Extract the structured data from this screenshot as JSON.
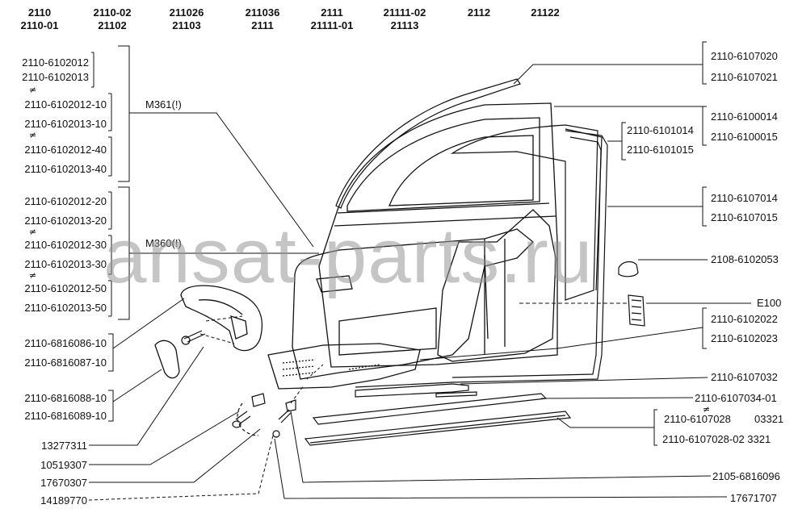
{
  "header": {
    "columns": [
      {
        "top": "2110",
        "bottom": "2110-01"
      },
      {
        "top": "2110-02",
        "bottom": "21102"
      },
      {
        "top": "211026",
        "bottom": "21103"
      },
      {
        "top": "211036",
        "bottom": "2111"
      },
      {
        "top": "2111",
        "bottom": "21111-01"
      },
      {
        "top": "21111-02",
        "bottom": "21113"
      },
      {
        "top": "2112",
        "bottom": ""
      },
      {
        "top": "21122",
        "bottom": ""
      }
    ]
  },
  "left_parts": {
    "group1": [
      "2110-6102012",
      "2110-6102013",
      "2110-6102012-10",
      "2110-6102013-10",
      "2110-6102012-40",
      "2110-6102013-40"
    ],
    "group2": [
      "2110-6102012-20",
      "2110-6102013-20",
      "2110-6102012-30",
      "2110-6102013-30",
      "2110-6102012-50",
      "2110-6102013-50"
    ],
    "handle": [
      "2110-6816086-10",
      "2110-6816087-10"
    ],
    "handle_cap": [
      "2110-6816088-10",
      "2110-6816089-10"
    ],
    "fasteners": [
      "13277311",
      "10519307",
      "17670307",
      "14189770"
    ]
  },
  "mid_labels": {
    "m361": "M361(!)",
    "m360": "M360(!)"
  },
  "right_parts": {
    "seal_top": [
      "2110-6107020",
      "2110-6107021"
    ],
    "door": [
      "2110-6100014",
      "2110-6100015"
    ],
    "glass_run": [
      "2110-6101014",
      "2110-6101015"
    ],
    "seal_door": [
      "2110-6107014",
      "2110-6107015"
    ],
    "clip": "2108-6102053",
    "e100": "E100",
    "armrest": [
      "2110-6102022",
      "2110-6102023"
    ],
    "sill_seal": "2110-6107032",
    "strip1": "2110-6107034-01",
    "strip2": [
      "2110-6107028",
      "03321"
    ],
    "strip3": "2110-6107028-02 3321",
    "clip2": "2105-6816096",
    "screw": "17671707"
  },
  "watermark": "ansat-parts.ru",
  "neq_symbol": "≠"
}
